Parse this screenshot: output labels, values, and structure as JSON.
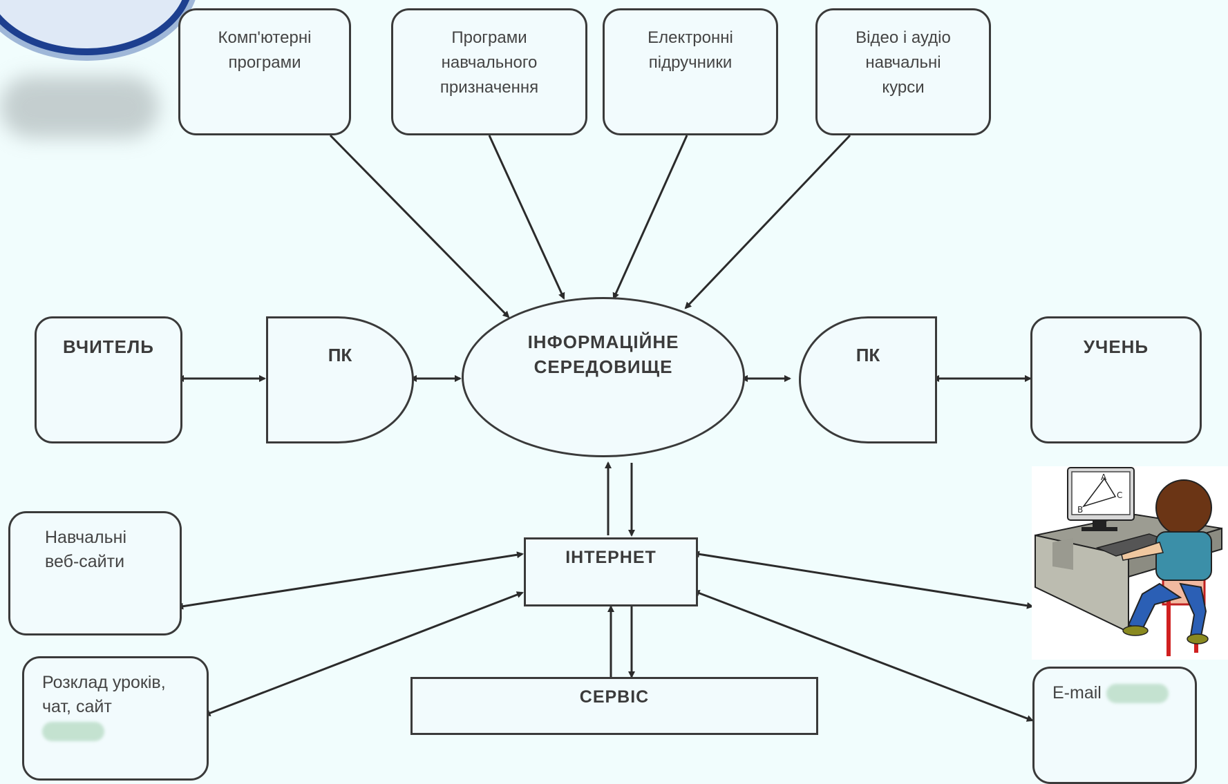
{
  "resources": {
    "computer_programs": "Комп'ютерні програми",
    "educational_programs": "Програми навчального призначення",
    "electronic_textbooks": "Електронні підручники",
    "video_audio_courses": "Відео і аудіо навчальні курси"
  },
  "center": {
    "line1": "ІНФОРМАЦІЙНЕ",
    "line2": "СЕРЕДОВИЩЕ"
  },
  "teacher": "ВЧИТЕЛЬ",
  "student": "УЧЕНЬ",
  "pc_left": "ПК",
  "pc_right": "ПК",
  "internet": "ІНТЕРНЕТ",
  "service": "СЕРВІС",
  "educational_websites": "Навчальні веб-сайти",
  "schedule": "Розклад уроків, чат, сайт",
  "email": "E-mail",
  "clipart": {
    "label_a": "A",
    "label_b": "B",
    "label_c": "C"
  }
}
